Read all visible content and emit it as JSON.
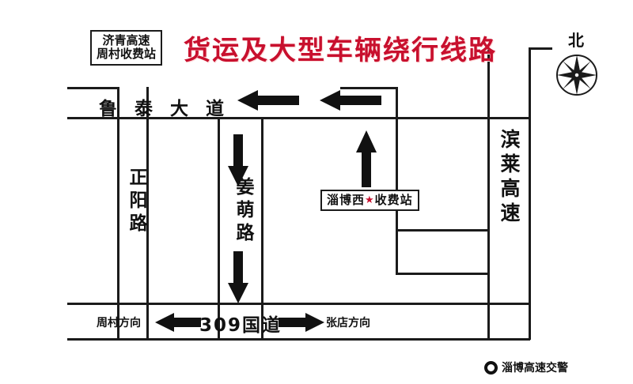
{
  "title": "货运及大型车辆绕行线路",
  "compass": {
    "north_label": "北"
  },
  "labels": {
    "tollbooth_zhoucun": "济青高速\n周村收费站",
    "tollbooth_zhoucun_line1": "济青高速",
    "tollbooth_zhoucun_line2": "周村收费站",
    "tollbooth_zibo_west_left": "淄博西",
    "tollbooth_zibo_west_right": "收费站",
    "road_lutai": "鲁 泰 大 道",
    "road_zhengyang": "正阳路",
    "road_jiangmeng": "姜萌路",
    "road_binlai": "滨莱高速",
    "road_309": "309国道",
    "direction_west": "周村方向",
    "direction_east": "张店方向"
  },
  "footer": {
    "account": "淄博高速交警"
  },
  "colors": {
    "title_red": "#c8102e",
    "road_black": "#1b1b1b",
    "background": "#ffffff"
  },
  "chart_data": {
    "type": "diagram",
    "description": "道路绕行示意图",
    "roads": [
      {
        "name": "鲁泰大道",
        "orientation": "horizontal"
      },
      {
        "name": "正阳路",
        "orientation": "vertical"
      },
      {
        "name": "姜萌路",
        "orientation": "vertical"
      },
      {
        "name": "滨莱高速",
        "orientation": "vertical"
      },
      {
        "name": "309国道",
        "orientation": "horizontal"
      }
    ],
    "flow_arrows": [
      {
        "direction": "left",
        "road": "鲁泰大道"
      },
      {
        "direction": "left",
        "road": "鲁泰大道"
      },
      {
        "direction": "down",
        "road": "姜萌路"
      },
      {
        "direction": "down",
        "road": "姜萌路"
      },
      {
        "direction": "up",
        "road": "淄博西收费站连接线"
      },
      {
        "direction": "left",
        "road": "309国道"
      },
      {
        "direction": "right",
        "road": "309国道"
      }
    ]
  }
}
